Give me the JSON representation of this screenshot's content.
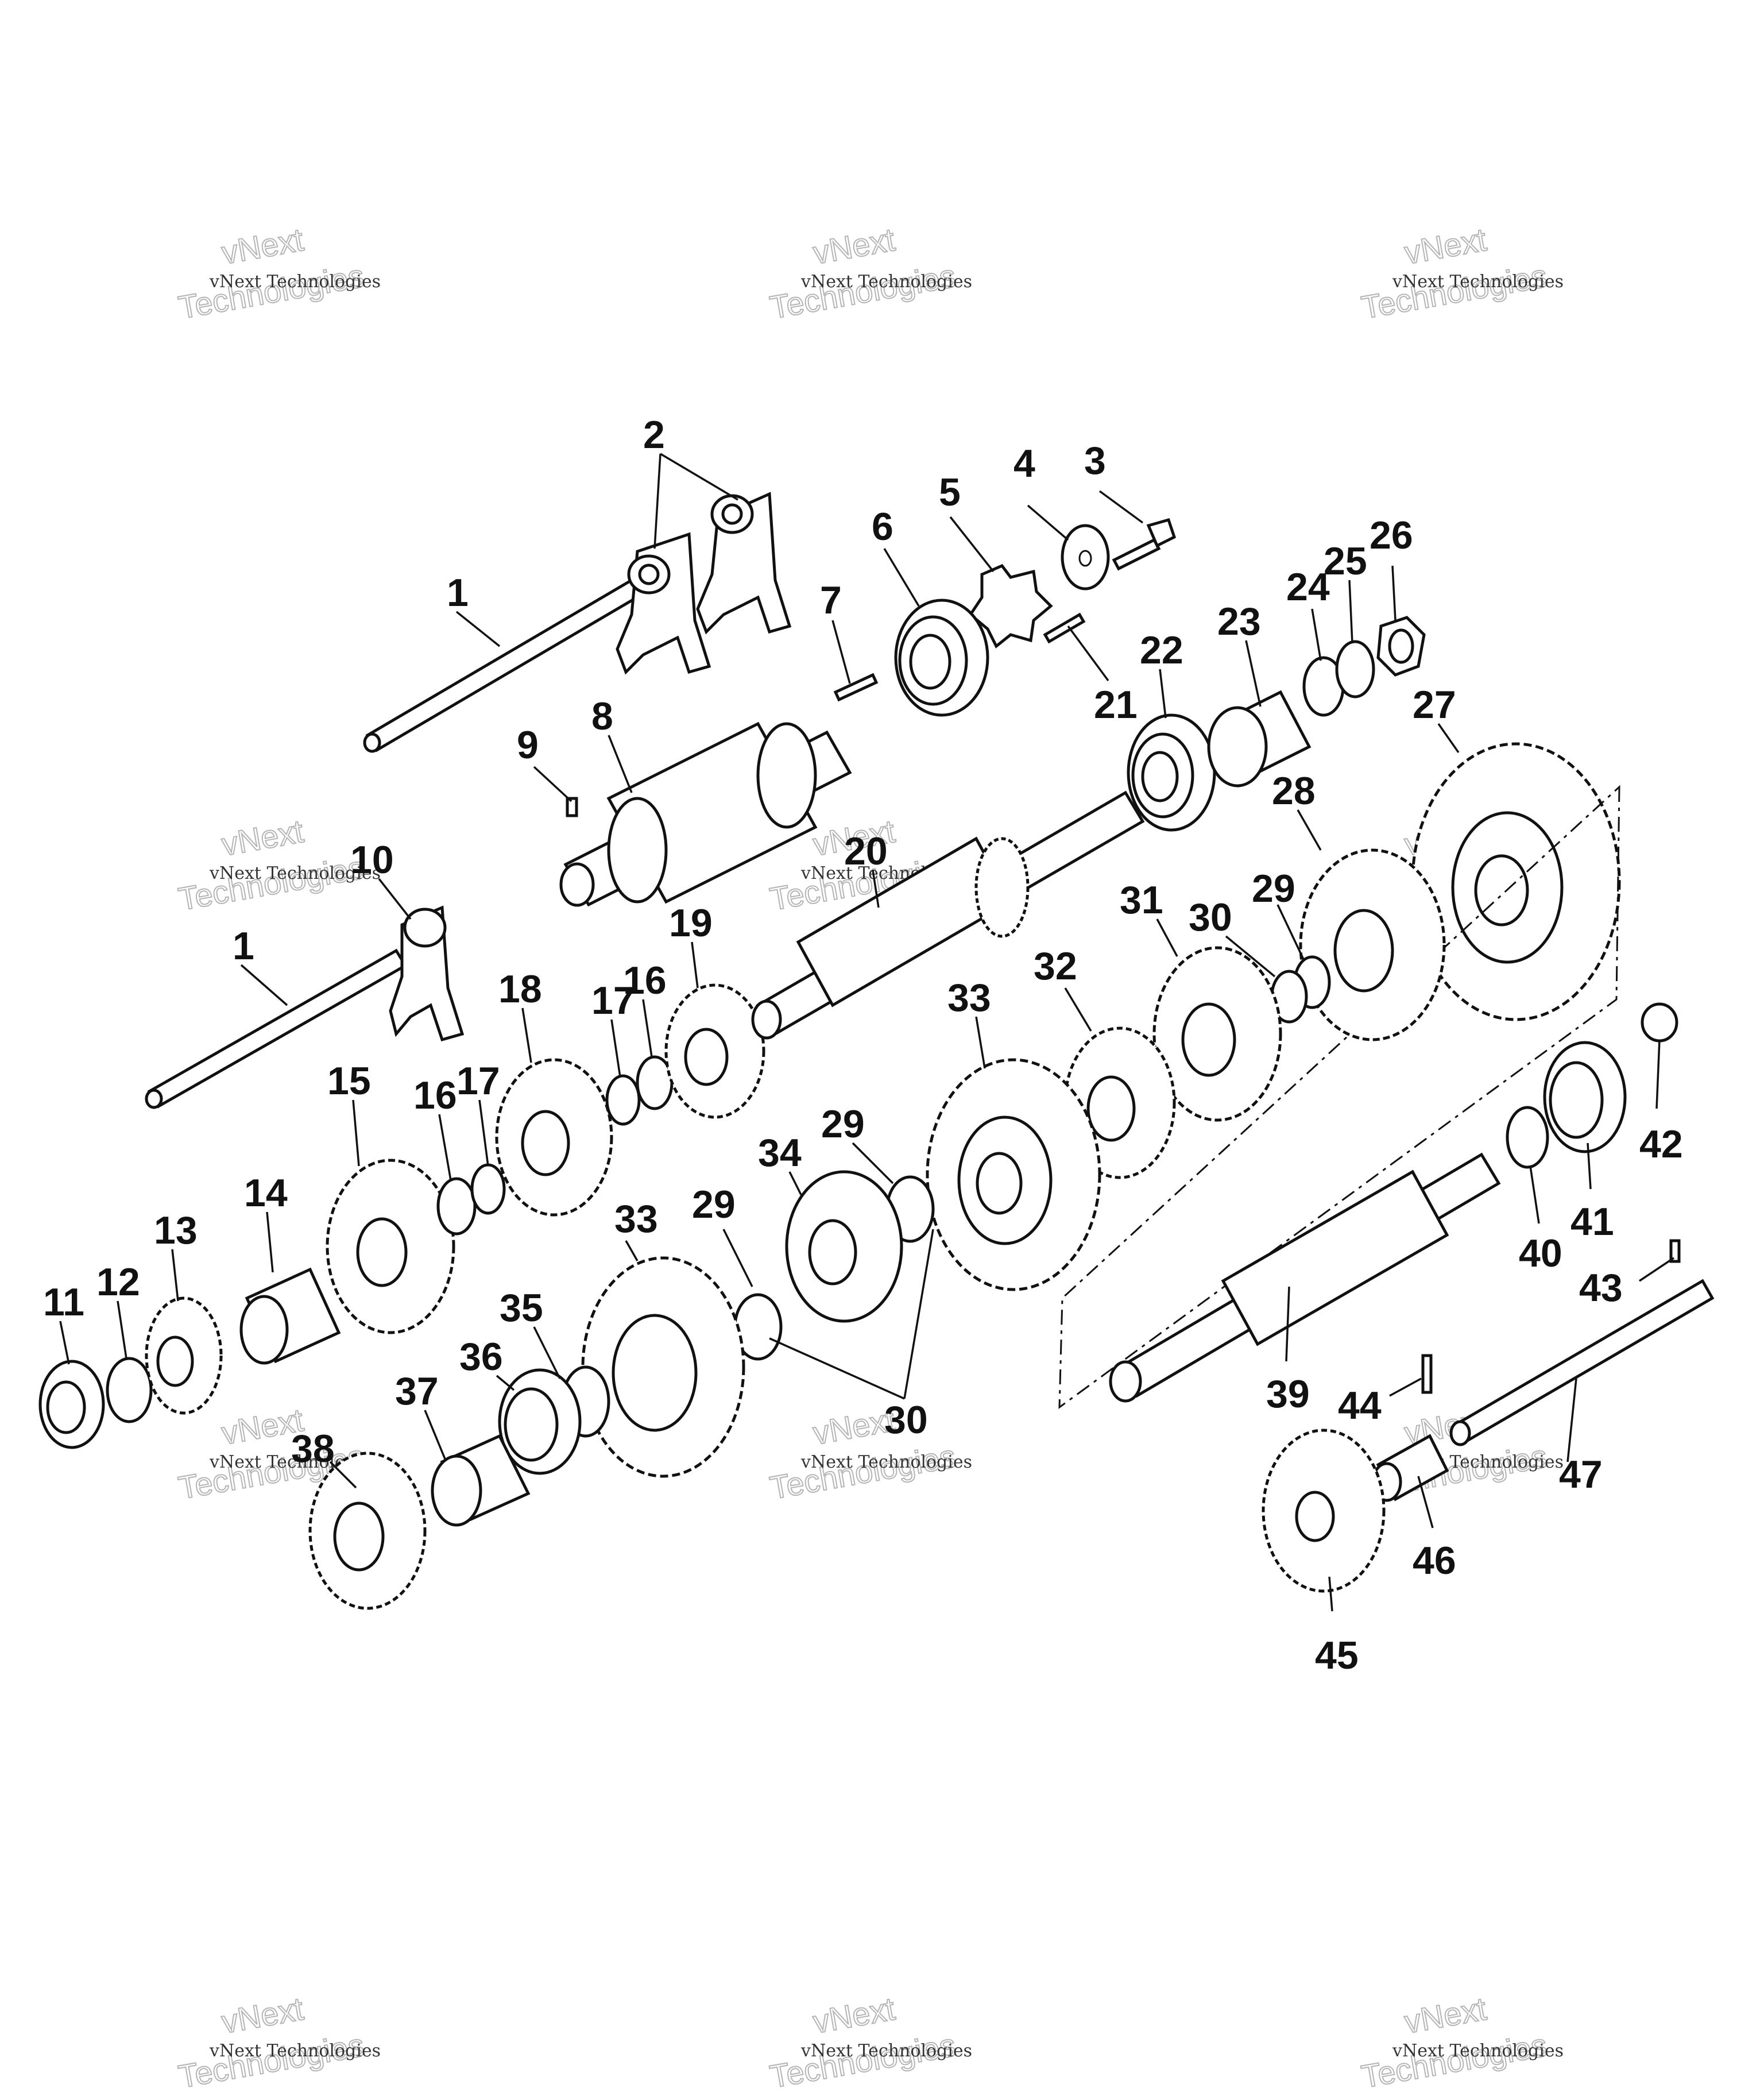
{
  "watermark": {
    "line_small": "vNext Technologies",
    "line_large_1": "vNext",
    "line_large_2": "Technologies"
  },
  "callouts": [
    "1",
    "2",
    "3",
    "4",
    "5",
    "6",
    "7",
    "8",
    "9",
    "10",
    "11",
    "12",
    "13",
    "14",
    "15",
    "16",
    "17",
    "18",
    "19",
    "20",
    "21",
    "22",
    "23",
    "24",
    "25",
    "26",
    "27",
    "28",
    "29",
    "30",
    "31",
    "32",
    "33",
    "34",
    "35",
    "36",
    "37",
    "38",
    "39",
    "40",
    "41",
    "42",
    "43",
    "44",
    "45",
    "46",
    "47"
  ],
  "colors": {
    "ink": "#111111",
    "paper": "#ffffff",
    "watermark": "#b5b5b5"
  }
}
